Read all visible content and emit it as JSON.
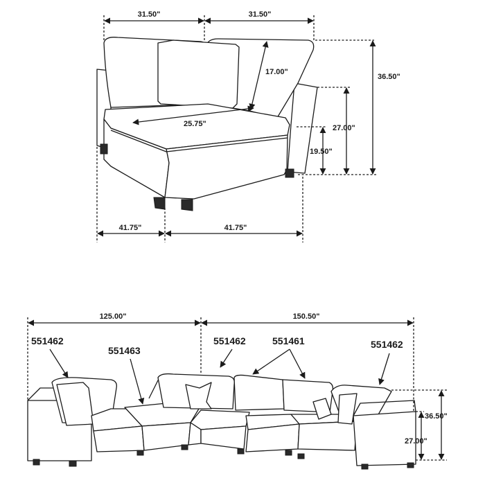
{
  "top_diagram": {
    "dims": {
      "width_left": "31.50\"",
      "width_right": "31.50\"",
      "back_height": "17.00\"",
      "total_height": "36.50\"",
      "arm_height": "27.00\"",
      "seat_height": "19.50\"",
      "seat_depth": "25.75\"",
      "depth_left": "41.75\"",
      "depth_right": "41.75\""
    }
  },
  "bottom_diagram": {
    "dims": {
      "overall_left": "125.00\"",
      "overall_right": "150.50\"",
      "total_height": "36.50\"",
      "arm_height": "27.00\""
    },
    "models": [
      "551462",
      "551463",
      "551462",
      "551461",
      "551462"
    ]
  }
}
